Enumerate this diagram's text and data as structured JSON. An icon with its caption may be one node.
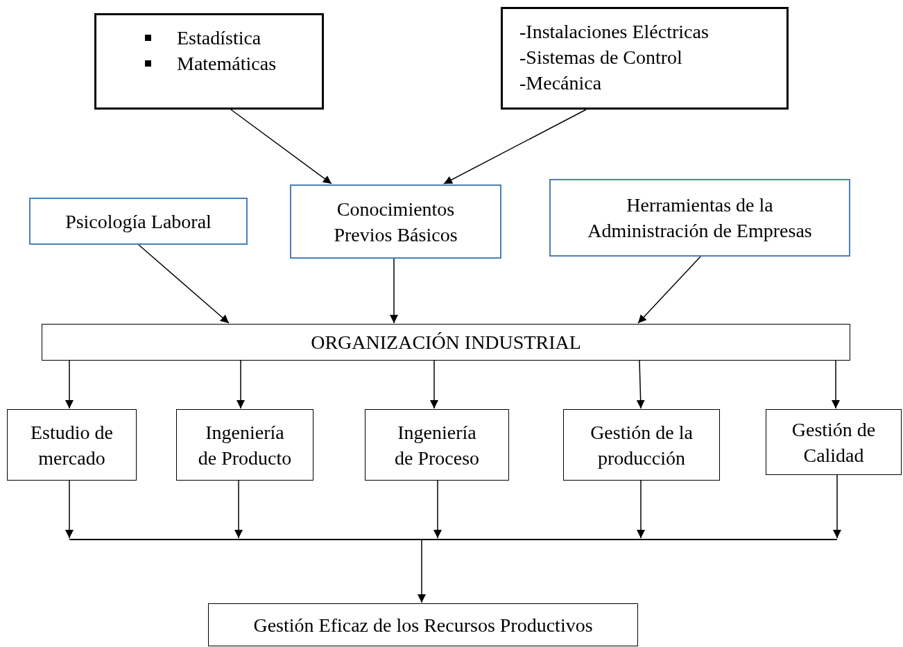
{
  "diagram": {
    "nodes": [
      {
        "text": [
          "Estadística",
          "Matemáticas"
        ]
      },
      {
        "text": [
          "-Instalaciones Eléctricas",
          "-Sistemas de Control",
          "-Mecánica"
        ]
      },
      {
        "text": [
          "Psicología Laboral"
        ]
      },
      {
        "text": [
          "Conocimientos Previos Básicos"
        ]
      },
      {
        "text": [
          "Herramientas de la Administración de Empresas"
        ]
      },
      {
        "text": [
          "ORGANIZACIÓN INDUSTRIAL"
        ]
      },
      {
        "text": [
          "Estudio de mercado"
        ]
      },
      {
        "text": [
          "Ingeniería de Producto"
        ]
      },
      {
        "text": [
          "Ingeniería de Proceso"
        ]
      },
      {
        "text": [
          "Gestión de la producción"
        ]
      },
      {
        "text": [
          "Gestión de Calidad"
        ]
      },
      {
        "text": [],
        "shape": "bar"
      },
      {
        "text": [
          "Gestión Eficaz de los Recursos Productivos"
        ]
      }
    ],
    "edges": [
      {
        "from": 0,
        "to": 3,
        "arrow": "to"
      },
      {
        "from": 1,
        "to": 3,
        "arrow": "to"
      },
      {
        "from": 2,
        "to": 5,
        "arrow": "to"
      },
      {
        "from": 3,
        "to": 5,
        "arrow": "to"
      },
      {
        "from": 4,
        "to": 5,
        "arrow": "to"
      },
      {
        "from": 5,
        "to": 6,
        "arrow": "to"
      },
      {
        "from": 5,
        "to": 7,
        "arrow": "to"
      },
      {
        "from": 5,
        "to": 8,
        "arrow": "to"
      },
      {
        "from": 5,
        "to": 9,
        "arrow": "to"
      },
      {
        "from": 5,
        "to": 10,
        "arrow": "to"
      },
      {
        "from": 6,
        "to": 11,
        "arrow": "to"
      },
      {
        "from": 7,
        "to": 11,
        "arrow": "to"
      },
      {
        "from": 8,
        "to": 11,
        "arrow": "to"
      },
      {
        "from": 9,
        "to": 11,
        "arrow": "to"
      },
      {
        "from": 10,
        "to": 11,
        "arrow": "to"
      },
      {
        "from": 11,
        "to": 12,
        "arrow": "to"
      }
    ]
  }
}
